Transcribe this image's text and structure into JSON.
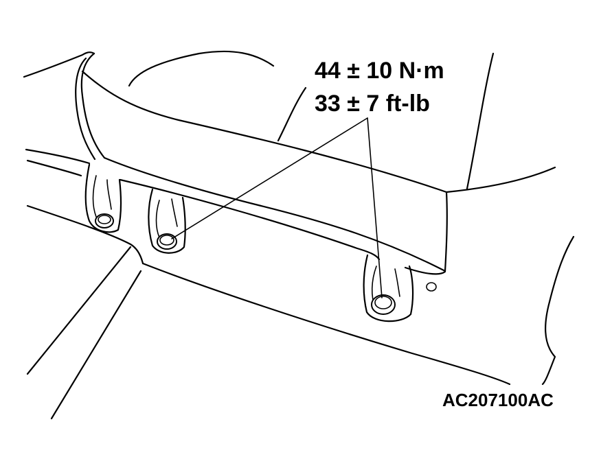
{
  "annotation": {
    "torque_metric": "44 ± 10 N·m",
    "torque_imperial": "33 ± 7 ft-lb"
  },
  "figure": {
    "code": "AC207100AC"
  },
  "colors": {
    "line": "#000000",
    "background": "#ffffff"
  }
}
